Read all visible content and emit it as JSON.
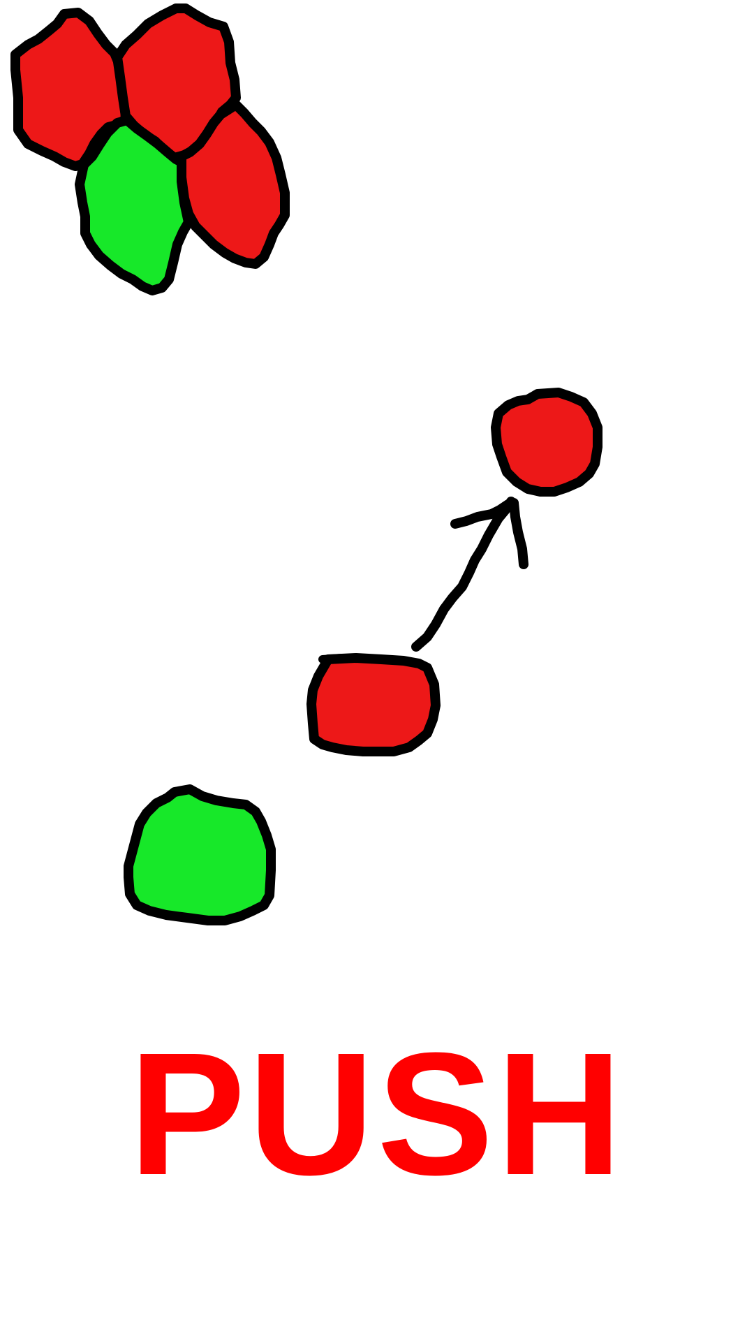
{
  "caption": {
    "text": "PUSH"
  },
  "colors": {
    "red_fill": "#ED1818",
    "green_fill": "#17E829",
    "outline": "#000000",
    "label": "#FF0000",
    "background": "#FFFFFF"
  },
  "icons": {
    "cluster": "blob-cluster",
    "arrow": "arrow-up-right",
    "blob_red": "red-blob",
    "blob_green": "green-blob"
  }
}
